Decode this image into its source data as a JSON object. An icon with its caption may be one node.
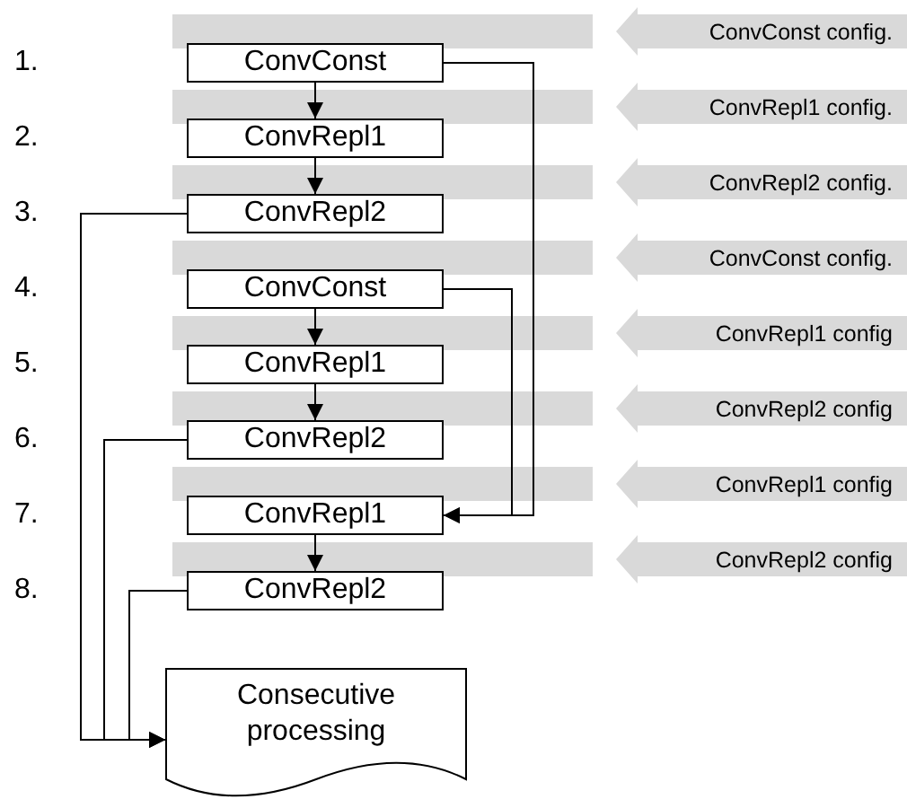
{
  "diagram": {
    "nodes": [
      {
        "text": [
          "ConvConst"
        ]
      },
      {
        "text": [
          "ConvRepl1"
        ]
      },
      {
        "text": [
          "ConvRepl2"
        ]
      },
      {
        "text": [
          "ConvConst"
        ]
      },
      {
        "text": [
          "ConvRepl1"
        ]
      },
      {
        "text": [
          "ConvRepl2"
        ]
      },
      {
        "text": [
          "ConvRepl1"
        ]
      },
      {
        "text": [
          "ConvRepl2"
        ]
      },
      {
        "text": [
          "Consecutive processing"
        ]
      },
      {
        "text": [
          "ConvConst config."
        ]
      },
      {
        "text": [
          "ConvRepl1 config."
        ]
      },
      {
        "text": [
          "ConvRepl2 config."
        ]
      },
      {
        "text": [
          "ConvConst config."
        ]
      },
      {
        "text": [
          "ConvRepl1 config"
        ]
      },
      {
        "text": [
          "ConvRepl2 config"
        ]
      },
      {
        "text": [
          "ConvRepl1 config"
        ]
      },
      {
        "text": [
          "ConvRepl2 config"
        ]
      }
    ],
    "edges": [
      {
        "from": 0,
        "to": 1,
        "arrow": "to"
      },
      {
        "from": 1,
        "to": 2,
        "arrow": "to"
      },
      {
        "from": 3,
        "to": 4,
        "arrow": "to"
      },
      {
        "from": 4,
        "to": 5,
        "arrow": "to"
      },
      {
        "from": 6,
        "to": 7,
        "arrow": "to"
      },
      {
        "from": 0,
        "to": 6,
        "arrow": "to"
      },
      {
        "from": 3,
        "to": 6,
        "arrow": "to"
      },
      {
        "from": 2,
        "to": 8,
        "arrow": "to"
      },
      {
        "from": 5,
        "to": 8,
        "arrow": "to"
      },
      {
        "from": 7,
        "to": 8,
        "arrow": "to"
      }
    ],
    "labels": [
      "1.",
      "2.",
      "3.",
      "4.",
      "5.",
      "6.",
      "7.",
      "8."
    ]
  }
}
